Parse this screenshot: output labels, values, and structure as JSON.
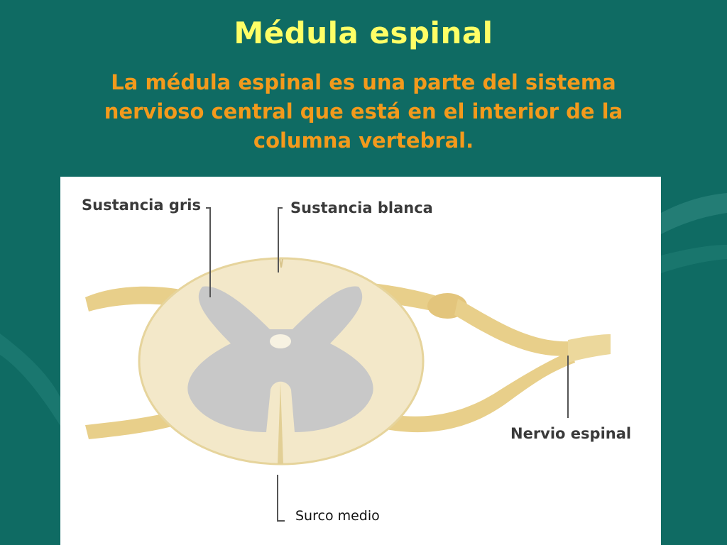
{
  "slide": {
    "title": "Médula espinal",
    "subtitle_lines": [
      "La médula espinal es una parte del sistema",
      "nervioso central que está en el interior de la",
      "columna vertebral."
    ]
  },
  "diagram": {
    "labels": {
      "gray_matter": "Sustancia gris",
      "white_matter": "Sustancia blanca",
      "spinal_nerve": "Nervio espinal",
      "median_sulcus": "Surco medio"
    }
  },
  "colors": {
    "background": "#0f6b63",
    "title": "#ffff66",
    "subtitle": "#f39a1c",
    "white_matter": "#f3e8c9",
    "gray_matter": "#c8c8c8",
    "nerve": "#e8cf8a"
  }
}
